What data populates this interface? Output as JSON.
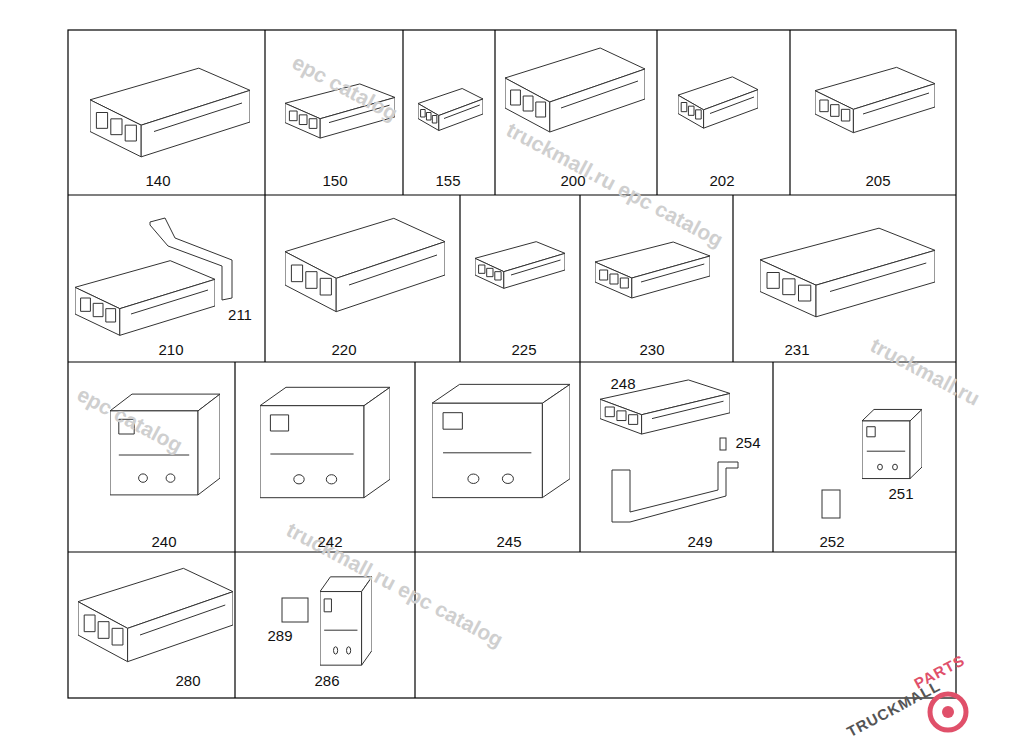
{
  "diagram": {
    "labels": [
      "140",
      "150",
      "155",
      "200",
      "202",
      "205",
      "211",
      "210",
      "220",
      "225",
      "230",
      "231",
      "248",
      "254",
      "240",
      "242",
      "245",
      "249",
      "251",
      "252",
      "289",
      "280",
      "286",
      "epc catalog",
      "truckmall.ru epc catalog",
      "truckmall.ru",
      "truckmall.ru epc catalog",
      "epc catalog",
      "TRUCKMALL",
      "PARTS"
    ]
  }
}
